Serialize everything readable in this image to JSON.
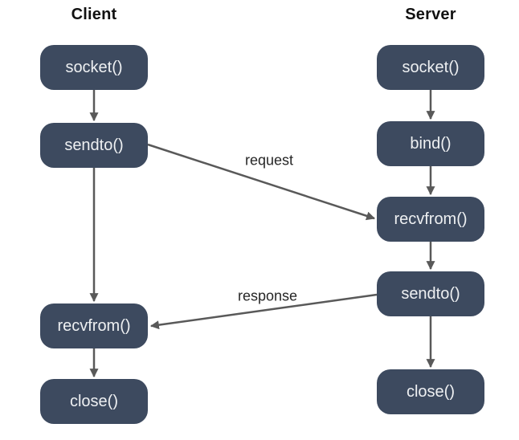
{
  "client": {
    "heading": "Client",
    "nodes": {
      "socket": "socket()",
      "sendto": "sendto()",
      "recvfrom": "recvfrom()",
      "close": "close()"
    }
  },
  "server": {
    "heading": "Server",
    "nodes": {
      "socket": "socket()",
      "bind": "bind()",
      "recvfrom": "recvfrom()",
      "sendto": "sendto()",
      "close": "close()"
    }
  },
  "edges": {
    "request": "request",
    "response": "response"
  },
  "colors": {
    "node_fill": "#3d4a5f",
    "node_text": "#eef0f2",
    "arrow": "#595959",
    "heading": "#111111",
    "background": "#ffffff"
  }
}
